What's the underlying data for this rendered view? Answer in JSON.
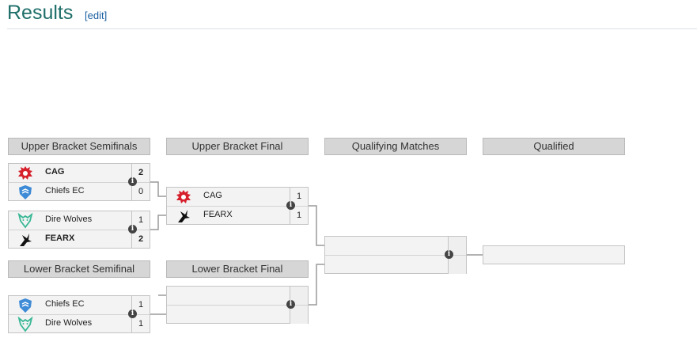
{
  "heading": {
    "title": "Results",
    "edit_label": "[edit]"
  },
  "columns": {
    "upper_semis": "Upper Bracket Semifinals",
    "upper_final": "Upper Bracket Final",
    "qualifying": "Qualifying Matches",
    "qualified": "Qualified",
    "lower_semi": "Lower Bracket Semifinal",
    "lower_final": "Lower Bracket Final"
  },
  "matches": {
    "ubs1": {
      "team1": "CAG",
      "score1": "2",
      "team2": "Chiefs EC",
      "score2": "0",
      "winner": 1
    },
    "ubs2": {
      "team1": "Dire Wolves",
      "score1": "1",
      "team2": "FEARX",
      "score2": "2",
      "winner": 2
    },
    "ubf": {
      "team1": "CAG",
      "score1": "1",
      "team2": "FEARX",
      "score2": "1"
    },
    "lbs": {
      "team1": "Chiefs EC",
      "score1": "1",
      "team2": "Dire Wolves",
      "score2": "1"
    }
  },
  "icons": {
    "info": "info-icon",
    "info_glyph": "i",
    "cag": "cag-logo",
    "chiefs": "chiefs-ec-logo",
    "direwolves": "dire-wolves-logo",
    "fearx": "fearx-logo"
  },
  "colors": {
    "title": "#1f6f6a",
    "link": "#1a5fa0",
    "header_bg": "#d6d6d6",
    "cag_red": "#d6202c",
    "chiefs_blue": "#3d8ad6",
    "wolves_teal": "#38b795"
  }
}
